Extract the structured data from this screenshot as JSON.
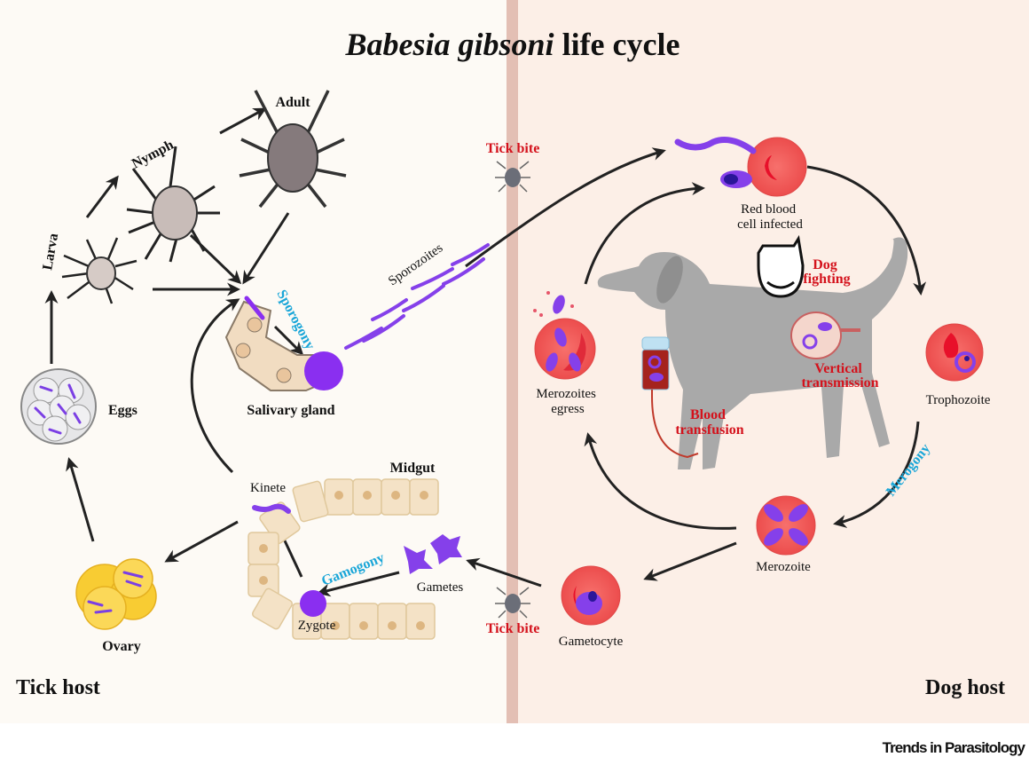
{
  "title": {
    "italic_part": "Babesia gibsoni",
    "rest": " life cycle"
  },
  "colors": {
    "tick_bg": "#fdfaf5",
    "dog_bg": "#fcefe7",
    "divider": "#e3bfb4",
    "stage_text_red": "#d4121c",
    "process_text_blue": "#1aa6d8",
    "parasite_purple": "#7b3fe4",
    "rbc_red": "#f05a5a",
    "dog_gray": "#a9a9a9",
    "cell_beige": "#f4e2c6"
  },
  "regions": {
    "tick_host": "Tick host",
    "dog_host": "Dog host"
  },
  "tick_stages": {
    "larva": "Larva",
    "nymph": "Nymph",
    "adult": "Adult",
    "eggs": "Eggs",
    "ovary": "Ovary",
    "salivary_gland": "Salivary gland",
    "midgut": "Midgut",
    "kinete": "Kinete",
    "zygote": "Zygote",
    "gametes": "Gametes",
    "sporozoites": "Sporozoites"
  },
  "processes": {
    "sporogony": "Sporogony",
    "gamogony": "Gamogony",
    "merogony": "Merogony"
  },
  "transmission": {
    "tick_bite_top": "Tick bite",
    "tick_bite_bottom": "Tick bite",
    "dog_fighting": [
      "Dog",
      "fighting"
    ],
    "vertical_transmission": [
      "Vertical",
      "transmission"
    ],
    "blood_transfusion": [
      "Blood",
      "transfusion"
    ]
  },
  "dog_stages": {
    "rbc_infected": [
      "Red blood",
      "cell infected"
    ],
    "trophozoite": "Trophozoite",
    "merozoite": "Merozoite",
    "gametocyte": "Gametocyte",
    "merozoites_egress": [
      "Merozoites",
      "egress"
    ]
  },
  "footer": {
    "journal": "Trends in Parasitology"
  }
}
